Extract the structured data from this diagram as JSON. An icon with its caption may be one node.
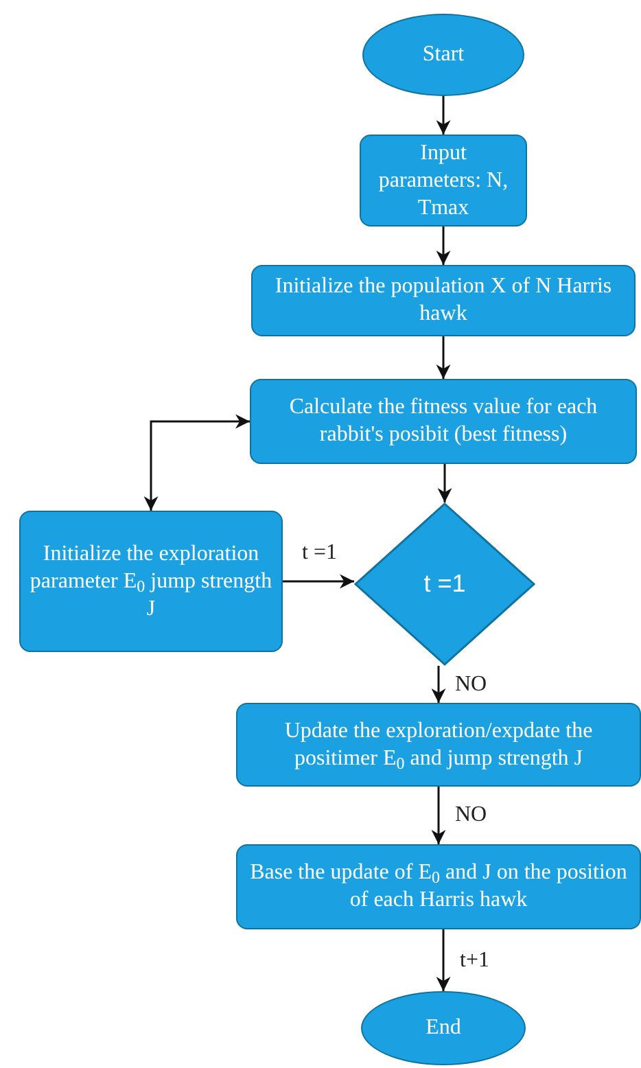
{
  "diagram": {
    "nodes": [
      {
        "text": [
          "Start"
        ]
      },
      {
        "text": [
          "Input parameters: N, Tmax"
        ]
      },
      {
        "text": [
          "Initialize the population X of N Harris hawk"
        ]
      },
      {
        "text": [
          "Calculate the fitness value for each rabbit's posibit (best fitness)"
        ]
      },
      {
        "text": [
          "Initialize the exploration parameter E$_{0}$ jump strength J"
        ]
      },
      {
        "text": [
          "t =1"
        ]
      },
      {
        "text": [
          "Update the exploration/expdate the positimer E$_{0}$ and jump strength J"
        ]
      },
      {
        "text": [
          "Base the update of E$_{0}$ and J on the position of each Harris hawk"
        ]
      },
      {
        "text": [
          "End"
        ]
      }
    ],
    "edges": [
      {
        "from": 0,
        "to": 1,
        "arrow": "to"
      },
      {
        "from": 1,
        "to": 2,
        "arrow": "to"
      },
      {
        "from": 2,
        "to": 3,
        "arrow": "to"
      },
      {
        "from": 3,
        "to": 5,
        "arrow": "to"
      },
      {
        "from": 3,
        "to": 4,
        "arrow": "both"
      },
      {
        "from": 4,
        "to": 5,
        "label": "t =1",
        "arrow": "to"
      },
      {
        "from": 5,
        "to": 6,
        "label": "NO",
        "arrow": "to"
      },
      {
        "from": 6,
        "to": 7,
        "label": "NO",
        "arrow": "to"
      },
      {
        "from": 7,
        "to": 8,
        "label": "t+1",
        "arrow": "to"
      }
    ]
  }
}
